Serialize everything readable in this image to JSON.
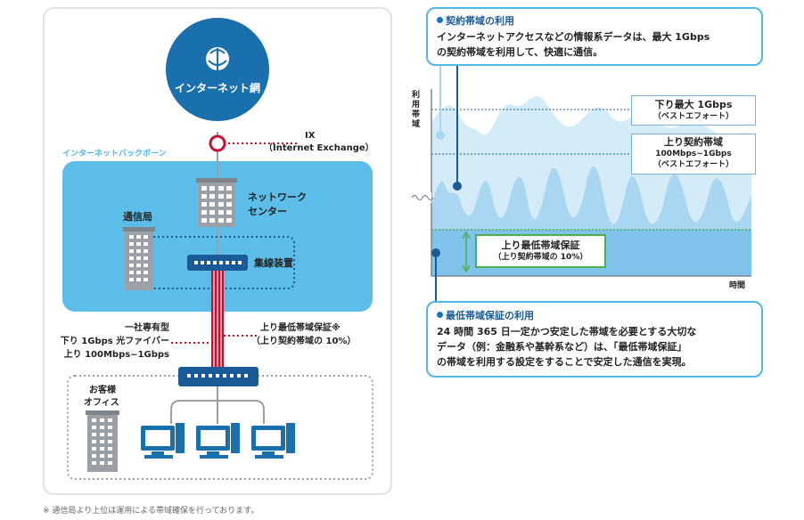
{
  "colors": {
    "navy": "#1a6fad",
    "sky": "#5bbde8",
    "light_sky": "#cfe9f8",
    "red": "#c8102e",
    "green": "#4caf50",
    "callout_border": "#4fb8e3"
  },
  "network": {
    "internet_label": "インターネット網",
    "ix_label": "IX",
    "ix_sub": "（Internet Exchange）",
    "backbone_label": "インターネットバックボーン",
    "network_center_line1": "ネットワーク",
    "network_center_line2": "センター",
    "station_label": "通信局",
    "concentrator_label": "集線装置",
    "fiber_line1": "一社専有型",
    "fiber_line2": "下り 1Gbps 光ファイバー",
    "fiber_line3": "上り 100Mbps~1Gbps",
    "guarantee_line1": "上り最低帯域保証※",
    "guarantee_line2": "（上り契約帯域の 10%）",
    "office_line1": "お客様",
    "office_line2": "オフィス",
    "footnote": "※ 通信局より上位は運用による帯域確保を行っております。",
    "icons": [
      "globe-icon",
      "building-icon",
      "switch-icon",
      "pc-monitor-icon"
    ]
  },
  "chart": {
    "ylabel": "利用帯域",
    "xlabel": "時間",
    "max_label_line1": "下り最大 1Gbps",
    "max_label_line2": "（ベストエフォート）",
    "contract_label_line1": "上り契約帯域",
    "contract_label_line2": "100Mbps~1Gbps",
    "contract_label_line3": "（ベストエフォート）",
    "min_label_line1": "上り最低帯域保証",
    "min_label_line2": "（上り契約帯域の 10%）"
  },
  "callout_top": {
    "title": "契約帯域の利用",
    "line1": "インターネットアクセスなどの情報系データは、最大 1Gbps",
    "line2": "の契約帯域を利用して、快適に通信。"
  },
  "callout_bottom": {
    "title": "最低帯域保証の利用",
    "line1": "24 時間 365 日一定かつ安定した帯域を必要とする大切な",
    "line2": "データ（例：金融系や基幹系など）は、「最低帯域保証」",
    "line3": "の帯域を利用する設定をすることで安定した通信を実現。"
  }
}
